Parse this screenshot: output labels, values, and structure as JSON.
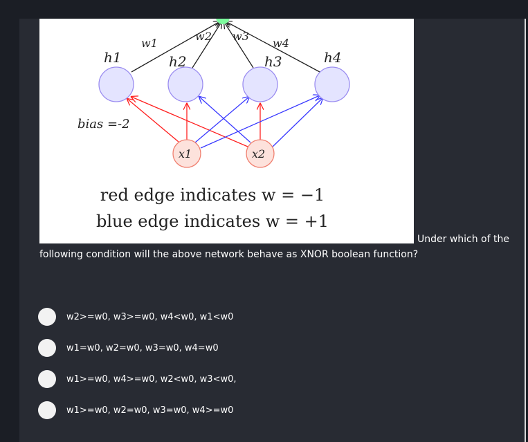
{
  "figure": {
    "hidden_labels": [
      "h1",
      "h2",
      "h3",
      "h4"
    ],
    "weights": [
      "w1",
      "w2",
      "w3",
      "w4"
    ],
    "inputs": [
      "x1",
      "x2"
    ],
    "bias": "bias =-2",
    "legend_red": "red edge indicates w = −1",
    "legend_blue": "blue edge indicates w = +1",
    "colors": {
      "red": "#ff2020",
      "blue": "#3a3aff",
      "hidden_fill": "#e4e4ff",
      "input_fill": "#fde2dc"
    }
  },
  "question": {
    "part1": "Under which of the",
    "part2": "following condition will the above network behave as XNOR boolean function?"
  },
  "options": [
    "w2>=w0, w3>=w0, w4<w0, w1<w0",
    "w1=w0, w2=w0, w3=w0, w4=w0",
    "w1>=w0, w4>=w0, w2<w0, w3<w0,",
    "w1>=w0, w2=w0, w3=w0, w4>=w0"
  ]
}
